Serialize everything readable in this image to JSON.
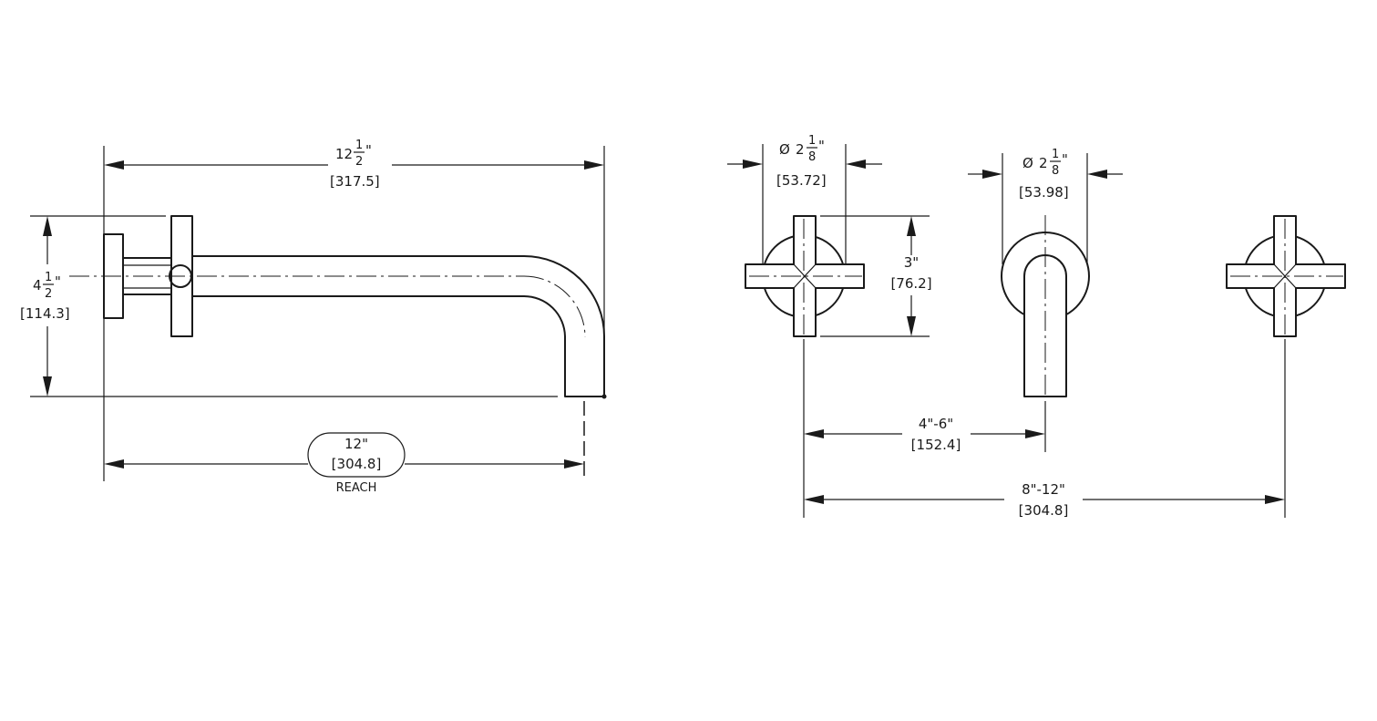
{
  "dimensions": {
    "overall_length": {
      "whole": "12",
      "num": "1",
      "den": "2",
      "unit": "\"",
      "metric": "[317.5]"
    },
    "height": {
      "whole": "4",
      "num": "1",
      "den": "2",
      "unit": "\"",
      "metric": "[114.3]"
    },
    "reach": {
      "value": "12\"",
      "metric": "[304.8]",
      "label": "REACH"
    },
    "handle_diameter_left": {
      "symbol": "Ø",
      "whole": "2",
      "num": "1",
      "den": "8",
      "unit": "\"",
      "metric": "[53.72]"
    },
    "spout_diameter": {
      "symbol": "Ø",
      "whole": "2",
      "num": "1",
      "den": "8",
      "unit": "\"",
      "metric": "[53.98]"
    },
    "handle_height": {
      "value": "3\"",
      "metric": "[76.2]"
    },
    "handle_to_spout": {
      "value": "4\"-6\"",
      "metric": "[152.4]"
    },
    "handle_spread": {
      "value": "8\"-12\"",
      "metric": "[304.8]"
    }
  }
}
